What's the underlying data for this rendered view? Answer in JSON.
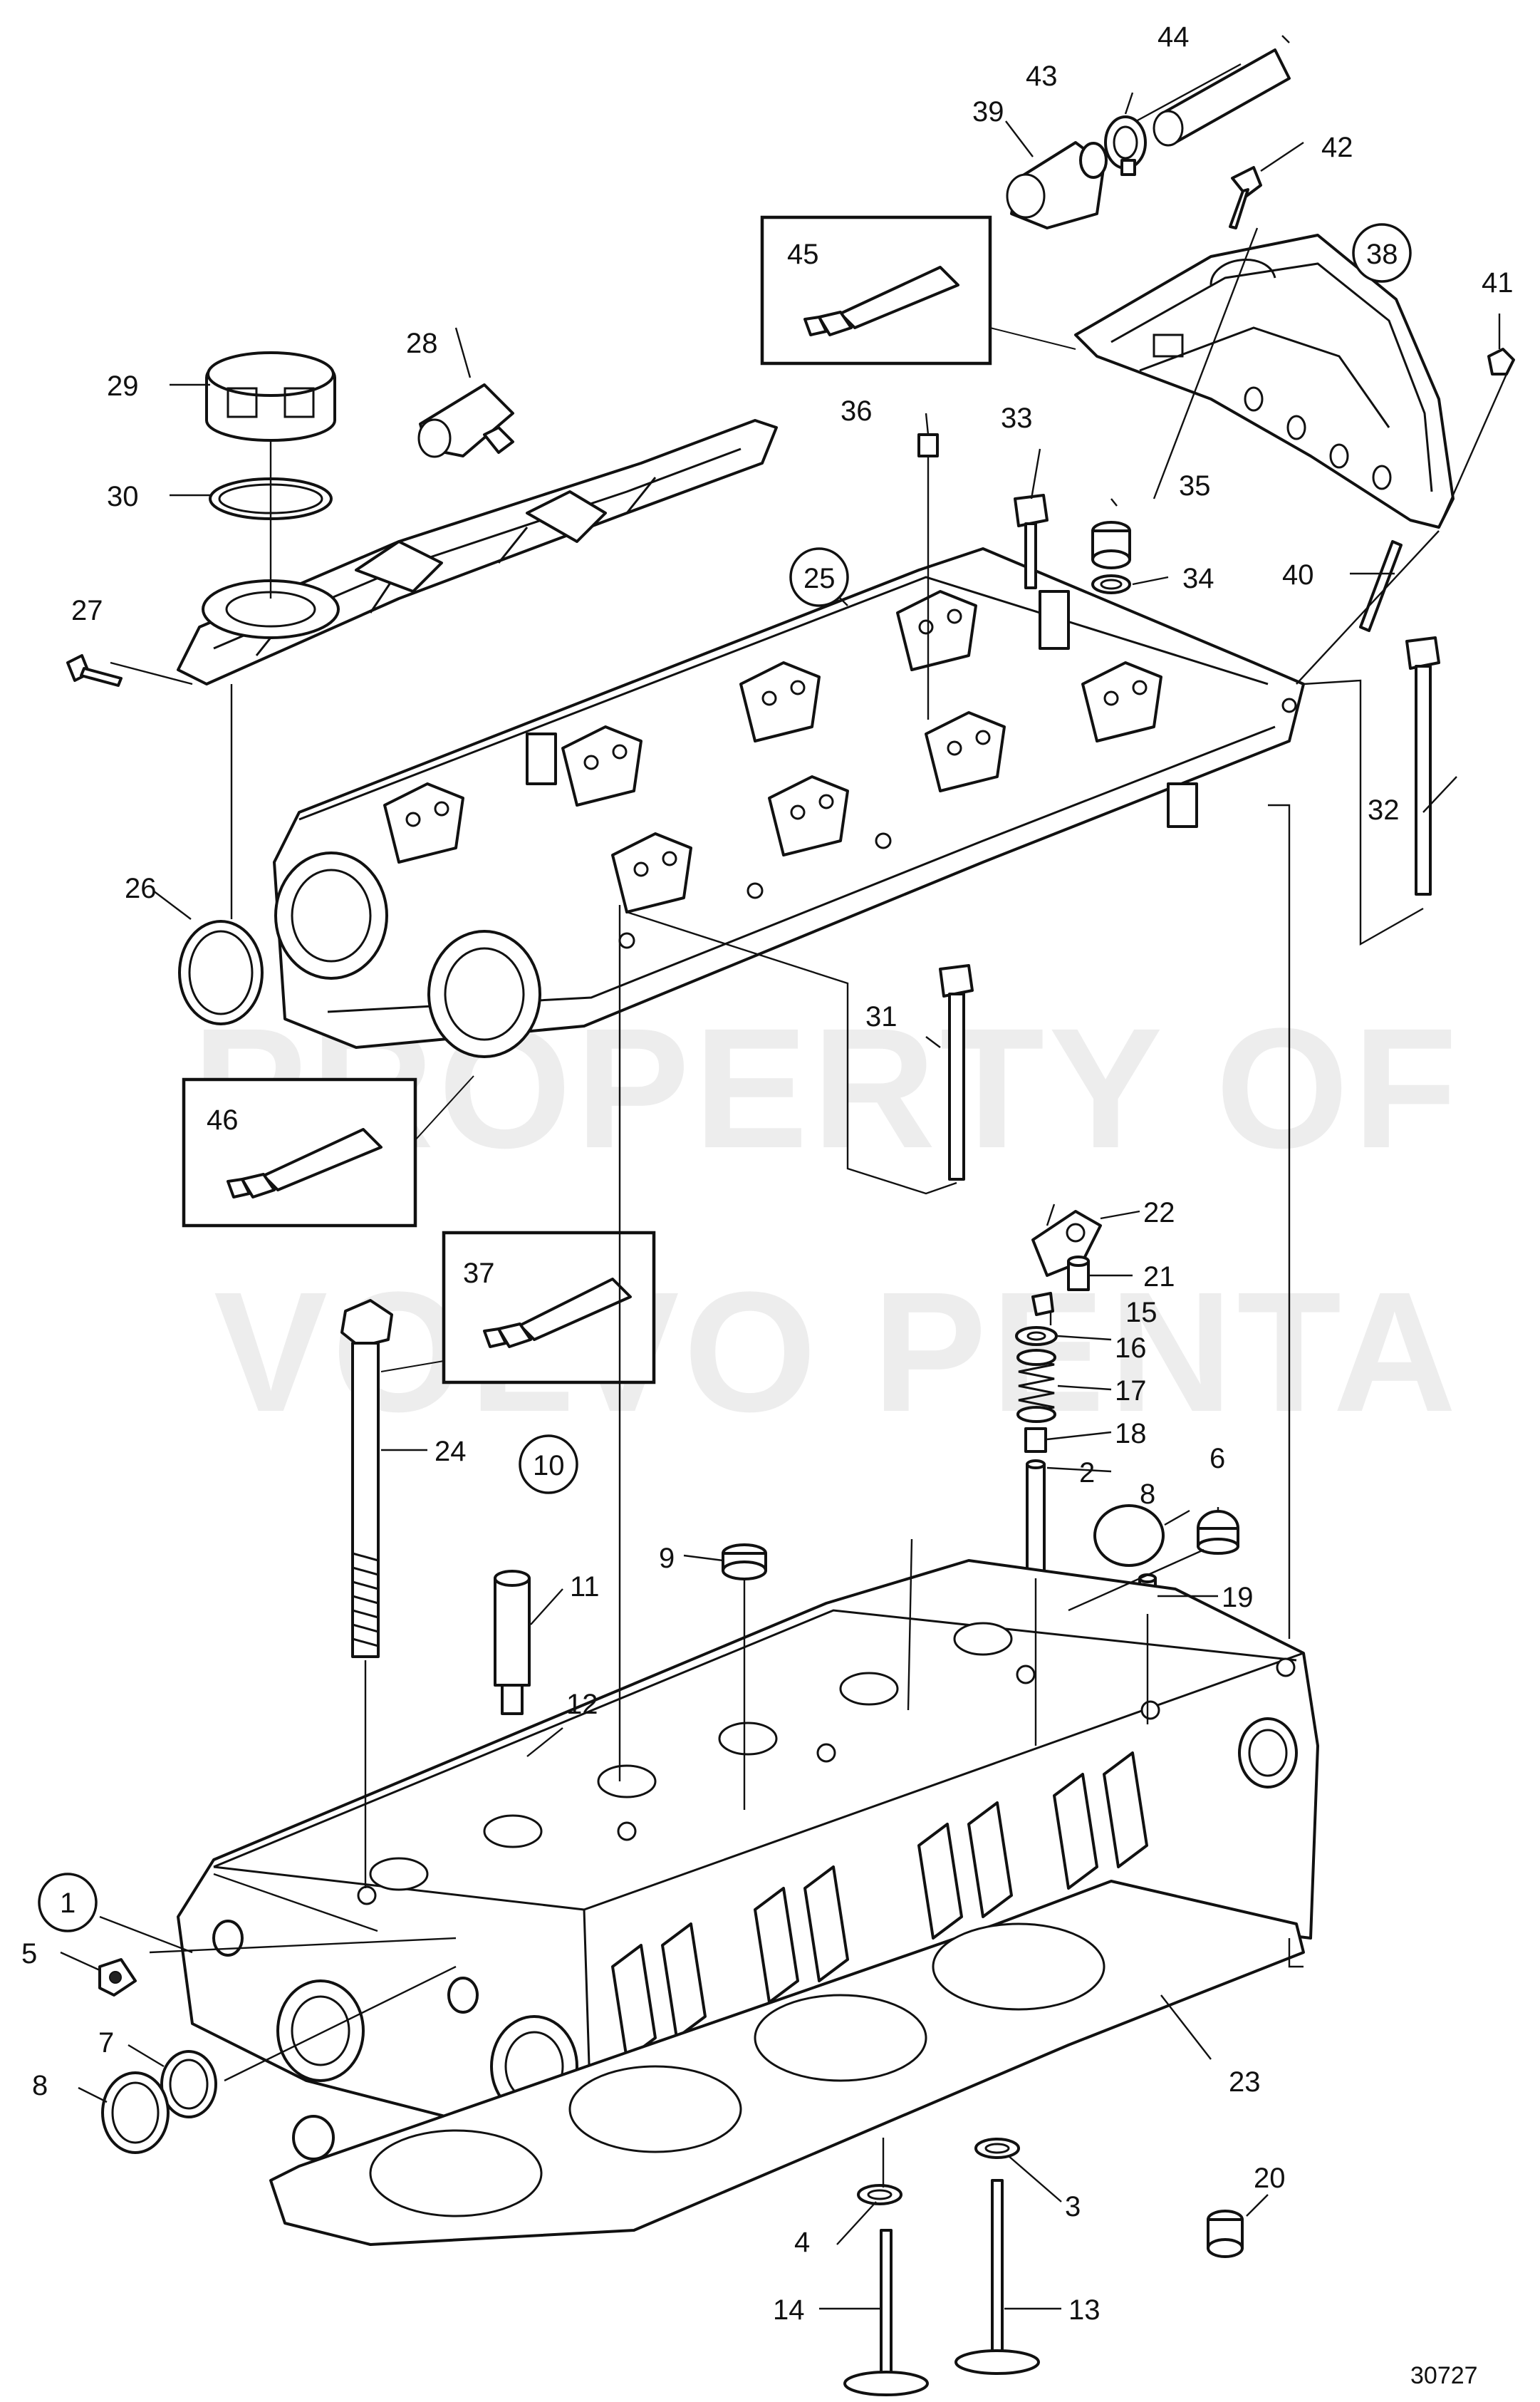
{
  "watermark": {
    "line1": "PROPERTY OF",
    "line2": "VOLVO PENTA"
  },
  "figure_number": "30727",
  "labels": {
    "l1": "1",
    "l2": "2",
    "l3": "3",
    "l4": "4",
    "l5": "5",
    "l6": "6",
    "l7": "7",
    "l8a": "8",
    "l8b": "8",
    "l9": "9",
    "l10": "10",
    "l11": "11",
    "l12": "12",
    "l13": "13",
    "l14": "14",
    "l15": "15",
    "l16": "16",
    "l17": "17",
    "l18": "18",
    "l19": "19",
    "l20": "20",
    "l21": "21",
    "l22": "22",
    "l23": "23",
    "l24": "24",
    "l25": "25",
    "l26": "26",
    "l27": "27",
    "l28": "28",
    "l29": "29",
    "l30": "30",
    "l31": "31",
    "l32": "32",
    "l33": "33",
    "l34": "34",
    "l35": "35",
    "l36": "36",
    "l37": "37",
    "l38": "38",
    "l39": "39",
    "l40": "40",
    "l41": "41",
    "l42": "42",
    "l43": "43",
    "l44": "44",
    "l45": "45",
    "l46": "46"
  }
}
